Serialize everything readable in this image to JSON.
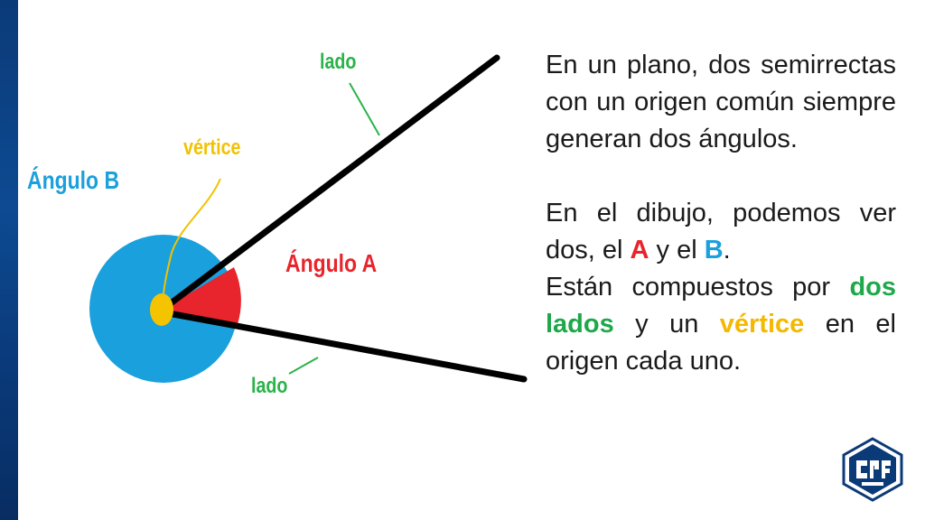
{
  "diagram": {
    "angle_b_label": "Ángulo B",
    "angle_a_label": "Ángulo A",
    "vertex_label": "vértice",
    "side_top_label": "lado",
    "side_bottom_label": "lado",
    "colors": {
      "angle_b": "#1aa0dc",
      "angle_a": "#e8242c",
      "vertex": "#f2c200",
      "side": "#2bb34a",
      "rays": "#000000"
    }
  },
  "text": {
    "para1": "En un plano, dos semirrectas con un origen común siempre generan dos ángulos.",
    "para2_a": "En el dibujo, podemos ver dos, el ",
    "para2_b": "A",
    "para2_c": " y el ",
    "para2_d": "B",
    "para2_e": ".",
    "para3_a": "Están compuestos por ",
    "para3_b": "dos lados",
    "para3_c": " y un ",
    "para3_d": "vértice",
    "para3_e": " en el origen cada uno."
  },
  "logo": {
    "name": "logo-icon"
  }
}
